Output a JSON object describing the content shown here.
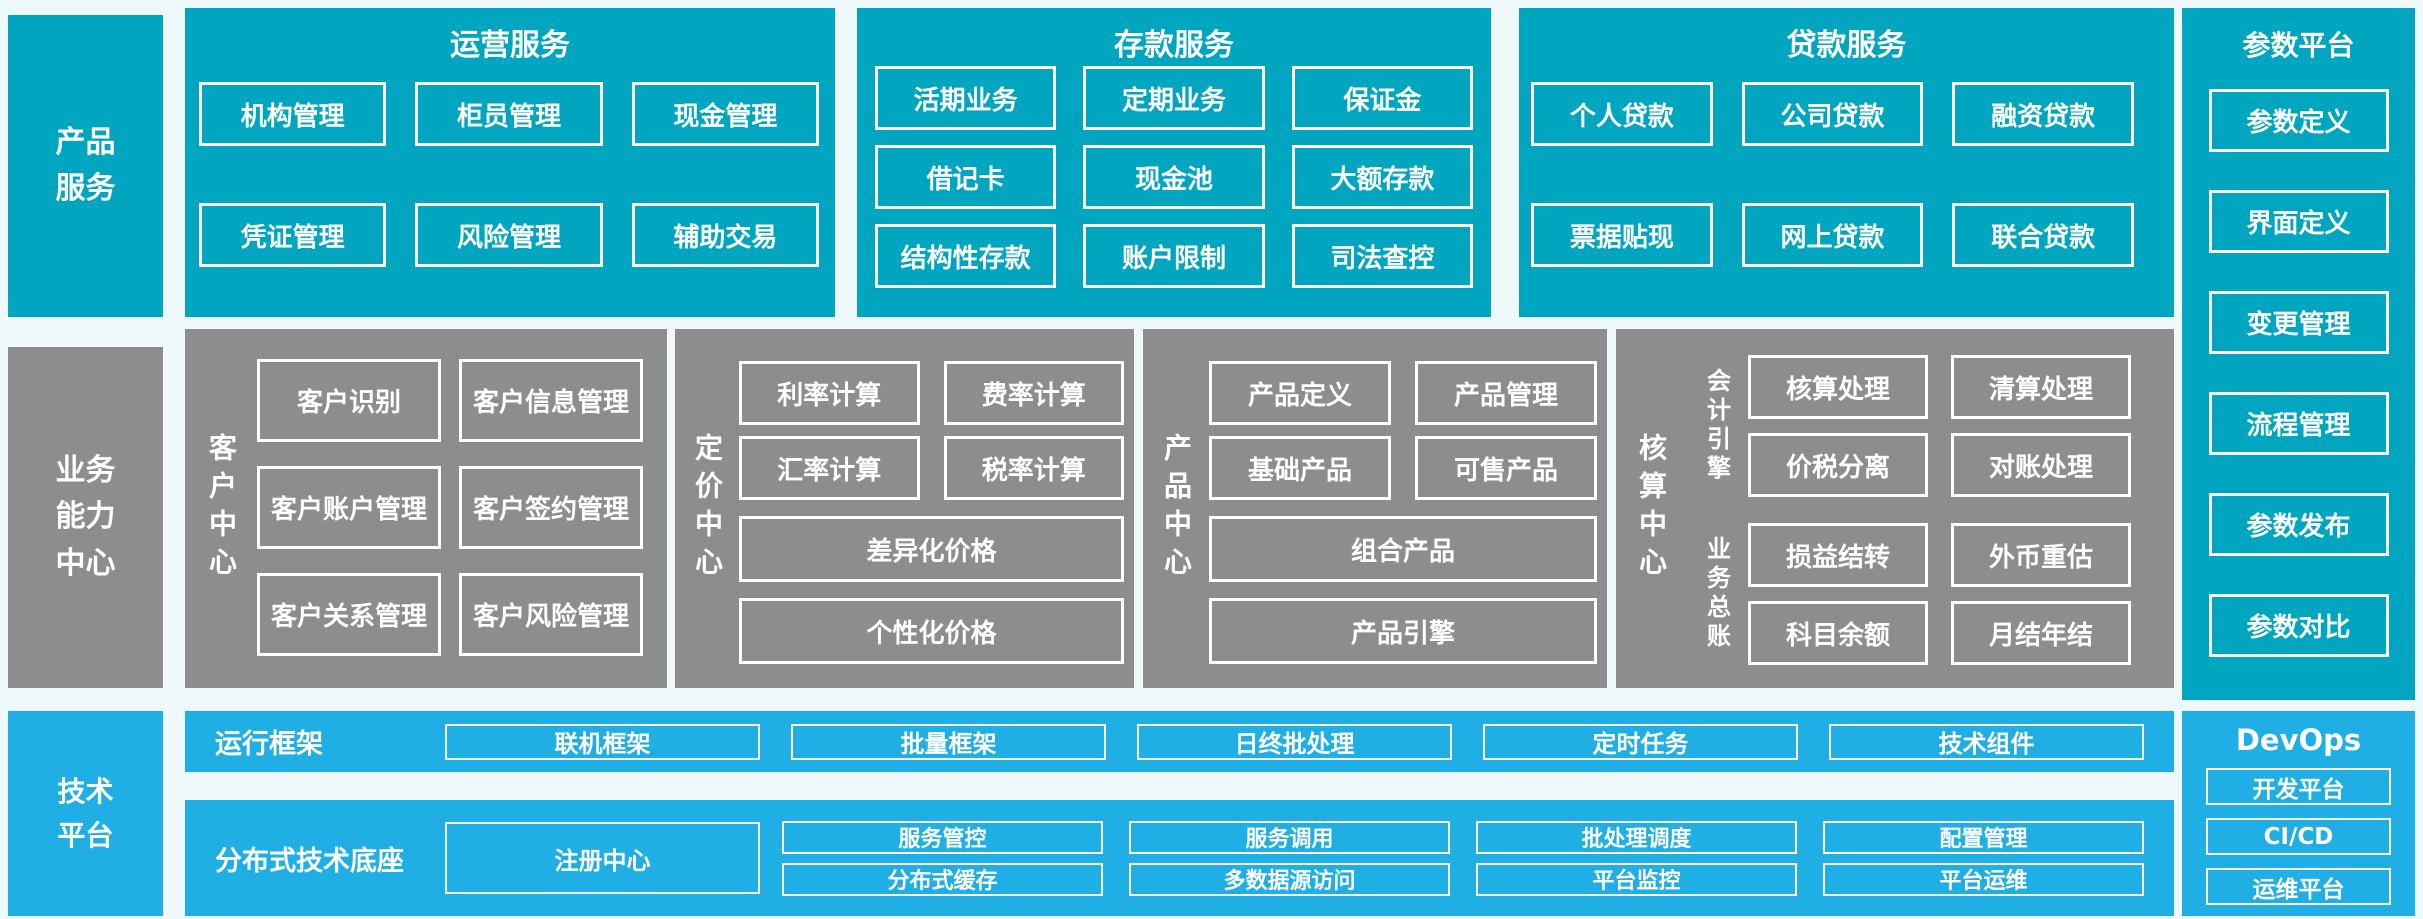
{
  "colors": {
    "teal": "#00a6c0",
    "gray": "#8d8d8d",
    "blue": "#1fafe5",
    "background": "#eff9fb"
  },
  "top_row": {
    "sidebar_label": "产品服务",
    "operations": {
      "title": "运营服务",
      "boxes": [
        "机构管理",
        "柜员管理",
        "现金管理",
        "凭证管理",
        "风险管理",
        "辅助交易"
      ]
    },
    "deposit": {
      "title": "存款服务",
      "boxes": [
        "活期业务",
        "定期业务",
        "保证金",
        "借记卡",
        "现金池",
        "大额存款",
        "结构性存款",
        "账户限制",
        "司法查控"
      ]
    },
    "loan": {
      "title": "贷款服务",
      "boxes": [
        "个人贷款",
        "公司贷款",
        "融资贷款",
        "票据贴现",
        "网上贷款",
        "联合贷款"
      ]
    }
  },
  "middle_row": {
    "sidebar_label": "业务能力中心",
    "customer_center": {
      "label": "客户中心",
      "boxes": [
        "客户识别",
        "客户信息管理",
        "客户账户管理",
        "客户签约管理",
        "客户关系管理",
        "客户风险管理"
      ]
    },
    "pricing_center": {
      "label": "定价中心",
      "boxes": [
        "利率计算",
        "费率计算",
        "汇率计算",
        "税率计算"
      ],
      "wide_boxes": [
        "差异化价格",
        "个性化价格"
      ]
    },
    "product_center": {
      "label": "产品中心",
      "boxes": [
        "产品定义",
        "产品管理",
        "基础产品",
        "可售产品"
      ],
      "wide_boxes": [
        "组合产品",
        "产品引擎"
      ]
    },
    "accounting_center": {
      "label": "核算中心",
      "groups": [
        {
          "label": "会计引擎",
          "boxes": [
            "核算处理",
            "清算处理",
            "价税分离",
            "对账处理"
          ]
        },
        {
          "label": "业务总账",
          "boxes": [
            "损益结转",
            "外币重估",
            "科目余额",
            "月结年结"
          ]
        }
      ]
    }
  },
  "parameter_platform": {
    "title": "参数平台",
    "boxes": [
      "参数定义",
      "界面定义",
      "变更管理",
      "流程管理",
      "参数发布",
      "参数对比"
    ]
  },
  "bottom_row": {
    "sidebar_label": "技术平台",
    "runtime_framework": {
      "label": "运行框架",
      "boxes": [
        "联机框架",
        "批量框架",
        "日终批处理",
        "定时任务",
        "技术组件"
      ]
    },
    "distributed_base": {
      "label": "分布式技术底座",
      "registry_box": "注册中心",
      "boxes": [
        "服务管控",
        "服务调用",
        "批处理调度",
        "配置管理",
        "分布式缓存",
        "多数据源访问",
        "平台监控",
        "平台运维"
      ]
    },
    "devops": {
      "title": "DevOps",
      "boxes": [
        "开发平台",
        "CI/CD",
        "运维平台"
      ]
    }
  }
}
